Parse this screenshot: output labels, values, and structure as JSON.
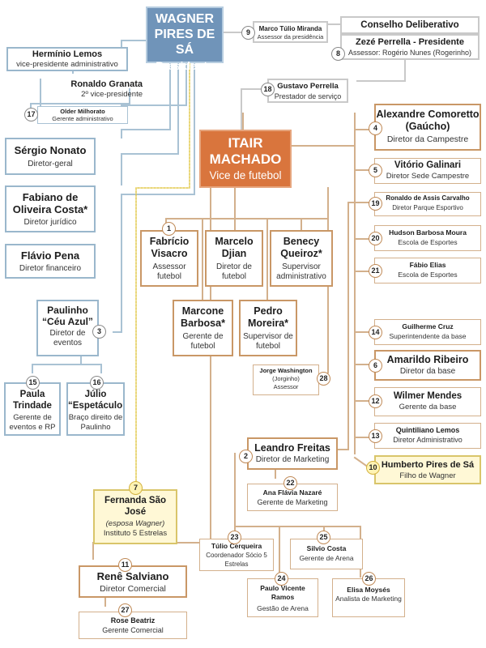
{
  "president": {
    "name": "WAGNER PIRES DE SÁ",
    "title": "Presidente"
  },
  "vice_futebol": {
    "name": "ITAIR MACHADO",
    "title": "Vice de futebol"
  },
  "people": {
    "p9": {
      "num": "9",
      "name": "Marco Túlio Miranda",
      "role": "Assessor da presidência"
    },
    "conselho": {
      "name": "Conselho Deliberativo"
    },
    "p8": {
      "num": "8",
      "name": "Zezé Perrella - Presidente",
      "role": "Assessor: Rogério Nunes (Rogerinho)"
    },
    "herminio": {
      "name": "Hermínio Lemos",
      "role": "vice-presidente administrativo"
    },
    "granata": {
      "name": "Ronaldo Granata",
      "role": "2º vice-presidente"
    },
    "p17": {
      "num": "17",
      "name": "Older Milhorato",
      "role": "Gerente administrativo"
    },
    "p18": {
      "num": "18",
      "name": "Gustavo Perrella",
      "role": "Prestador de serviço"
    },
    "nonato": {
      "name": "Sérgio Nonato",
      "role": "Diretor-geral"
    },
    "fabiano": {
      "name": "Fabiano de Oliveira Costa*",
      "role": "Diretor jurídico"
    },
    "flavio": {
      "name": "Flávio Pena",
      "role": "Diretor financeiro"
    },
    "p3": {
      "num": "3",
      "name": "Paulinho “Céu Azul”",
      "role": "Diretor de eventos"
    },
    "p15": {
      "num": "15",
      "name": "Paula Trindade",
      "role": "Gerente de eventos e RP"
    },
    "p16": {
      "num": "16",
      "name": "Júlio “Espetáculo”",
      "role": "Braço direito de Paulinho"
    },
    "p7": {
      "num": "7",
      "name": "Fernanda São José",
      "note": "(esposa Wagner)",
      "role": "Instituto 5 Estrelas"
    },
    "p1": {
      "num": "1",
      "name": "Fabrício Visacro",
      "role": "Assessor futebol"
    },
    "marcelo": {
      "name": "Marcelo Djian",
      "role": "Diretor de futebol"
    },
    "benecy": {
      "name": "Benecy Queiroz*",
      "role": "Supervisor administrativo"
    },
    "marcone": {
      "name": "Marcone Barbosa*",
      "role": "Gerente de futebol"
    },
    "pedro": {
      "name": "Pedro Moreira*",
      "role": "Supervisor de futebol"
    },
    "p28": {
      "num": "28",
      "name": "Jorge Washington",
      "note": "(Jorginho)",
      "role": "Assessor"
    },
    "p4": {
      "num": "4",
      "name": "Alexandre Comoretto (Gaúcho)",
      "role": "Diretor da Campestre"
    },
    "p5": {
      "num": "5",
      "name": "Vitório Galinari",
      "role": "Diretor Sede Campestre"
    },
    "p19": {
      "num": "19",
      "name": "Ronaldo de Assis Carvalho",
      "role": "Diretor Parque Esportivo"
    },
    "p20": {
      "num": "20",
      "name": "Hudson Barbosa Moura",
      "role": "Escola de Esportes"
    },
    "p21": {
      "num": "21",
      "name": "Fábio Elias",
      "role": "Escola de Esportes"
    },
    "p14": {
      "num": "14",
      "name": "Guilherme Cruz",
      "role": "Superintendente da base"
    },
    "p6": {
      "num": "6",
      "name": "Amarildo Ribeiro",
      "role": "Diretor da base"
    },
    "p12": {
      "num": "12",
      "name": "Wilmer Mendes",
      "role": "Gerente da base"
    },
    "p13": {
      "num": "13",
      "name": "Quintiliano Lemos",
      "role": "Diretor Administrativo"
    },
    "p10": {
      "num": "10",
      "name": "Humberto Pires de Sá",
      "role": "Filho de Wagner"
    },
    "p2": {
      "num": "2",
      "name": "Leandro Freitas",
      "role": "Diretor de Marketing"
    },
    "p22": {
      "num": "22",
      "name": "Ana Flávia Nazaré",
      "role": "Gerente de Marketing"
    },
    "p23": {
      "num": "23",
      "name": "Túlio Cerqueira",
      "role": "Coordenador Sócio 5 Estrelas"
    },
    "p25": {
      "num": "25",
      "name": "Silvio Costa",
      "role": "Gerente de Arena"
    },
    "p24": {
      "num": "24",
      "name": "Paulo Vicente Ramos",
      "role": "Gestão de Arena"
    },
    "p26": {
      "num": "26",
      "name": "Elisa Moysés",
      "role": "Analista de Marketing"
    },
    "p11": {
      "num": "11",
      "name": "Renê Salviano",
      "role": "Diretor Comercial"
    },
    "p27": {
      "num": "27",
      "name": "Rose Beatriz",
      "role": "Gerente Comercial"
    }
  },
  "colors": {
    "president": "#7094b9",
    "vice": "#d9753d",
    "blue_line": "#9ab7cc",
    "orange_line": "#c99766",
    "gray_line": "#c9c9c9",
    "yellow_line": "#e2c84a"
  }
}
